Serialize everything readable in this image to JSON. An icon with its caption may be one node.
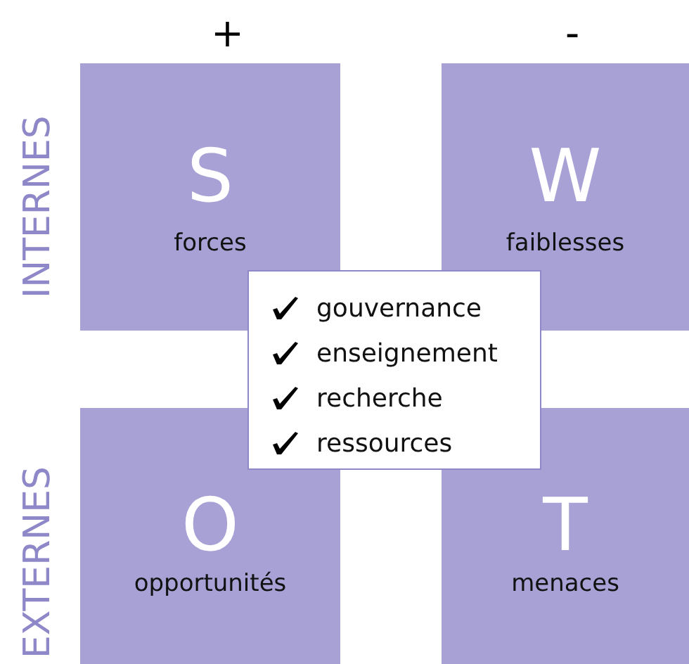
{
  "diagram": {
    "nodes": [
      {
        "text": [
          "S",
          "forces"
        ]
      },
      {
        "text": [
          "W",
          "faiblesses"
        ]
      },
      {
        "text": [
          "O",
          "opportunités"
        ]
      },
      {
        "text": [
          "T",
          "menaces"
        ]
      },
      {
        "text": [
          "gouvernance",
          "enseignement",
          "recherche",
          "ressources"
        ]
      }
    ],
    "labels": [
      "+",
      "-",
      "INTERNES",
      "EXTERNES"
    ]
  }
}
